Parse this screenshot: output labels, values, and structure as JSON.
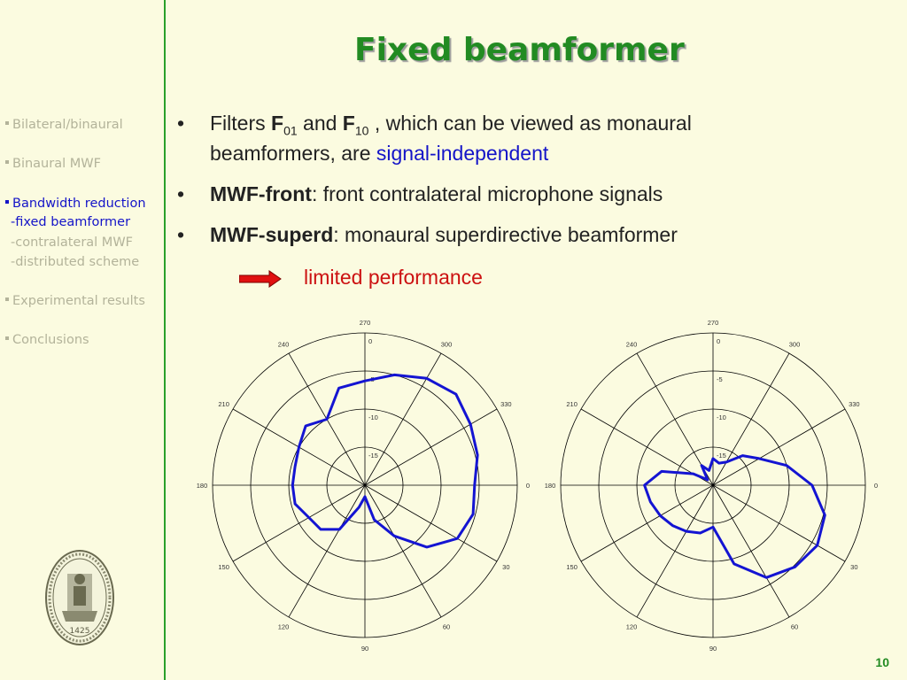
{
  "title": "Fixed beamformer",
  "page_number": "10",
  "sidebar": {
    "items": [
      {
        "label": "Bilateral/binaural",
        "active": false
      },
      {
        "label": "Binaural MWF",
        "active": false
      },
      {
        "label": "Bandwidth reduction",
        "active": true
      },
      {
        "label": "Experimental results",
        "active": false
      },
      {
        "label": "Conclusions",
        "active": false
      }
    ],
    "subitems": [
      {
        "label": "-fixed beamformer",
        "active": true
      },
      {
        "label": "-contralateral MWF",
        "active": false
      },
      {
        "label": "-distributed scheme",
        "active": false
      }
    ],
    "seal_text": "1425"
  },
  "bullets": {
    "b1_pre": "Filters ",
    "b1_F": "F",
    "b1_sub1": "01",
    "b1_and": " and ",
    "b1_sub2": "10",
    "b1_post": " , which can be viewed as monaural",
    "b1_line2_pre": "beamformers, are ",
    "b1_line2_hl": "signal-independent",
    "b2_bold": "MWF-front",
    "b2_rest": ": front contralateral microphone signals",
    "b3_bold": "MWF-superd",
    "b3_rest": ": monaural superdirective beamformer",
    "bullet_char": "•"
  },
  "conclusion": "limited performance",
  "chart_data": [
    {
      "type": "polar-line",
      "angle_ticks": [
        "0",
        "30",
        "60",
        "90",
        "120",
        "150",
        "180",
        "210",
        "240",
        "270",
        "300",
        "330"
      ],
      "radial_ticks": [
        "0",
        "-5",
        "-10",
        "-15"
      ],
      "rlim": [
        -20,
        0
      ],
      "color": "#1414d2",
      "angles": [
        0,
        15,
        30,
        45,
        60,
        75,
        90,
        105,
        120,
        135,
        150,
        165,
        180,
        195,
        210,
        225,
        240,
        255,
        270,
        285,
        300,
        315,
        330,
        345
      ],
      "values": [
        -5.6,
        -5.3,
        -6.0,
        -8.5,
        -12.3,
        -15.3,
        -18.5,
        -17.0,
        -13.3,
        -11.8,
        -11.5,
        -10.5,
        -10.5,
        -10.5,
        -10.0,
        -9.0,
        -10.0,
        -6.8,
        -6.3,
        -5.0,
        -3.8,
        -3.1,
        -4.0,
        -4.7
      ]
    },
    {
      "type": "polar-line",
      "angle_ticks": [
        "0",
        "30",
        "60",
        "90",
        "120",
        "150",
        "180",
        "210",
        "240",
        "270",
        "300",
        "330"
      ],
      "radial_ticks": [
        "0",
        "-5",
        "-10",
        "-15"
      ],
      "rlim": [
        -20,
        0
      ],
      "color": "#1414d2",
      "angles": [
        0,
        15,
        30,
        45,
        60,
        75,
        90,
        105,
        120,
        135,
        150,
        165,
        180,
        195,
        210,
        225,
        240,
        255,
        270,
        285,
        300,
        315,
        330,
        345
      ],
      "values": [
        -7.0,
        -4.8,
        -4.2,
        -4.8,
        -6.0,
        -9.3,
        -14.5,
        -13.5,
        -13.0,
        -12.5,
        -12.0,
        -11.5,
        -11.0,
        -13.0,
        -17.0,
        -19.0,
        -17.0,
        -18.0,
        -16.5,
        -17.0,
        -16.5,
        -14.5,
        -13.0,
        -10.0
      ]
    }
  ]
}
